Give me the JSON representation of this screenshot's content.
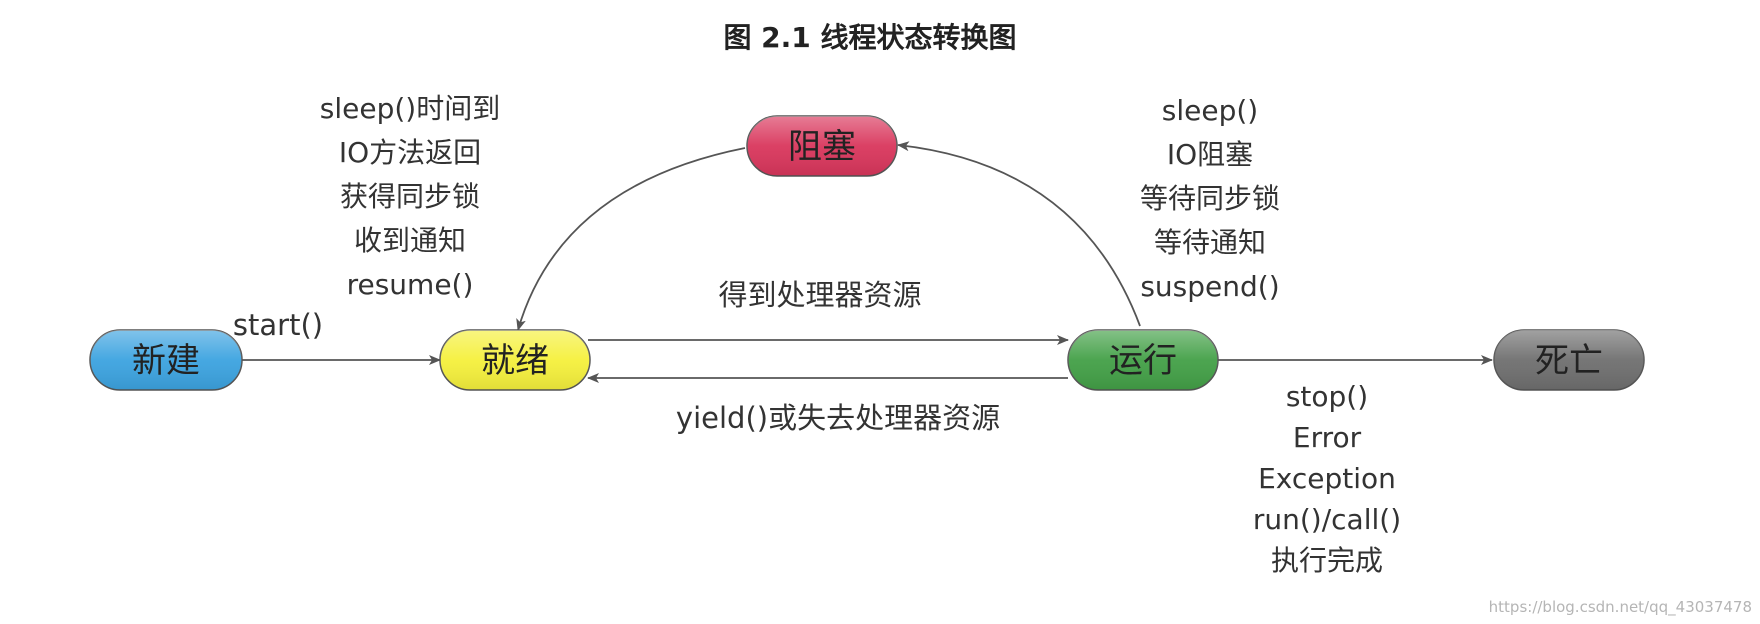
{
  "title": "图 2.1 线程状态转换图",
  "nodes": {
    "new": {
      "label": "新建",
      "color": "#3ca3e0"
    },
    "ready": {
      "label": "就绪",
      "color": "#f5f03c"
    },
    "running": {
      "label": "运行",
      "color": "#43a047"
    },
    "blocked": {
      "label": "阻塞",
      "color": "#d9365c"
    },
    "dead": {
      "label": "死亡",
      "color": "#6f6f6f"
    }
  },
  "edges": {
    "new_to_ready": "start()",
    "ready_to_running": "得到处理器资源",
    "running_to_ready": "yield()或失去处理器资源"
  },
  "blocked_to_ready_conditions": [
    "sleep()时间到",
    "IO方法返回",
    "获得同步锁",
    "收到通知",
    "resume()"
  ],
  "running_to_blocked_conditions": [
    "sleep()",
    "IO阻塞",
    "等待同步锁",
    "等待通知",
    "suspend()"
  ],
  "running_to_dead_conditions": [
    "stop()",
    "Error",
    "Exception",
    "run()/call()",
    "执行完成"
  ],
  "watermark": "https://blog.csdn.net/qq_43037478"
}
